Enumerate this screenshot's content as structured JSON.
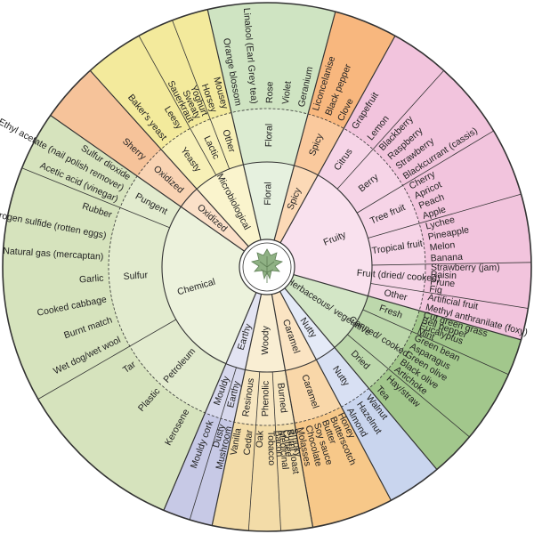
{
  "colors": {
    "center_fill": "#ffffff",
    "leaf": "#8fb184",
    "leaf_dark": "#5f7f56",
    "spoke": "#333333",
    "rim": "#333333"
  },
  "categories": [
    {
      "id": "chemical",
      "label": "Chemical",
      "color": "#d6e3bd",
      "light": "#ecf2dc",
      "families": [
        {
          "label": "Sulfur",
          "terms": [
            "Wet dog/wet wool",
            "Burnt match",
            "Cooked cabbage",
            "Garlic",
            "Natural gas (mercaptan)",
            "Hydrogen sulfide (rotten eggs)",
            "Rubber"
          ]
        },
        {
          "label": "Petroleum",
          "terms": [
            "Kerosene",
            "Plastic",
            "Tar"
          ]
        },
        {
          "label": "Pungent",
          "terms": [
            "Acetic acid (vinegar)",
            "Ethyl acetate (nail polish remover)",
            "Sulfur dioxide"
          ]
        }
      ]
    },
    {
      "id": "oxidized",
      "label": "Oxidized",
      "color": "#f6c39a",
      "light": "#fbe0c8",
      "families": [
        {
          "label": "Oxidized",
          "terms": [
            "Sherry"
          ]
        }
      ]
    },
    {
      "id": "microbiological",
      "label": "Microbiological",
      "color": "#f3ea9c",
      "light": "#faf4cd",
      "families": [
        {
          "label": "Yeasty",
          "terms": [
            "Baker's yeast",
            "Leesy"
          ]
        },
        {
          "label": "Lactic",
          "terms": [
            "Sauerkraut",
            "Sweaty",
            "Yoghurt"
          ]
        },
        {
          "label": "Other",
          "terms": [
            "Horsey",
            "Mousey"
          ]
        }
      ]
    },
    {
      "id": "floral",
      "label": "Floral",
      "color": "#cfe4c2",
      "light": "#e6f1df",
      "families": [
        {
          "label": "Floral",
          "terms": [
            "Orange blossom",
            "Linalool (Earl Grey tea)",
            "Rose",
            "Violet",
            "Geranium"
          ]
        }
      ]
    },
    {
      "id": "spicy",
      "label": "Spicy",
      "color": "#f8b77e",
      "light": "#fcd9b6",
      "families": [
        {
          "label": "Spicy",
          "terms": [
            "Liconcelanise",
            "Black pepper",
            "Clove"
          ]
        }
      ]
    },
    {
      "id": "fruity",
      "label": "Fruity",
      "color": "#f2c4dd",
      "light": "#f9e1ee",
      "families": [
        {
          "label": "Citrus",
          "terms": [
            "Grapefruit",
            "Lemon"
          ]
        },
        {
          "label": "Berry",
          "terms": [
            "Blackberry",
            "Raspberry",
            "Strawberry",
            "Blackcurrant (cassis)"
          ]
        },
        {
          "label": "Tree fruit",
          "terms": [
            "Cherry",
            "Apricot",
            "Peach",
            "Apple"
          ]
        },
        {
          "label": "Tropical fruit",
          "terms": [
            "Lychee",
            "Pineapple",
            "Melon",
            "Banana"
          ]
        },
        {
          "label": "Fruit (dried/ cooked)",
          "terms": [
            "Strawberry (jam)",
            "Raisin",
            "Prune",
            "Fig"
          ]
        },
        {
          "label": "Other",
          "terms": [
            "Artificial fruit",
            "Methyl anthranilate (foxy)"
          ]
        }
      ]
    },
    {
      "id": "herbaceous",
      "label": "Herbaceous/ vegetative",
      "color": "#a2c78c",
      "light": "#d3e6c6",
      "families": [
        {
          "label": "Fresh",
          "terms": [
            "Cut green grass",
            "Bell pepper",
            "Eucalyptus",
            "Mint"
          ]
        },
        {
          "label": "Canned/ cooked",
          "terms": [
            "Green bean",
            "Asparagus",
            "Green olive",
            "Black olive",
            "Artichoke"
          ]
        },
        {
          "label": "Dried",
          "terms": [
            "Hay/straw",
            "Tea"
          ]
        }
      ]
    },
    {
      "id": "nutty",
      "label": "Nutty",
      "color": "#c9d5ee",
      "light": "#e4eaf7",
      "families": [
        {
          "label": "Nutty",
          "terms": [
            "Walnut",
            "Hazelnut",
            "Almond"
          ]
        }
      ]
    },
    {
      "id": "caramel",
      "label": "Caramel",
      "color": "#f7c889",
      "light": "#fbe4c3",
      "families": [
        {
          "label": "Caramel",
          "terms": [
            "Honey",
            "Butterscotch",
            "Butter",
            "Soy sauce",
            "Chocolate",
            "Molasses"
          ]
        }
      ]
    },
    {
      "id": "woody",
      "label": "Woody",
      "color": "#f3dca8",
      "light": "#f9eed3",
      "families": [
        {
          "label": "Resinous",
          "terms": [
            "Cedar",
            "Vanilla"
          ]
        },
        {
          "label": "Phenolic",
          "terms": [
            "Tobacco",
            "Oak"
          ]
        },
        {
          "label": "Burned",
          "terms": [
            "Smoky",
            "Burnt toast",
            "Coffee",
            "Medicinal",
            "Bacon"
          ]
        }
      ]
    },
    {
      "id": "earthy",
      "label": "Earthy",
      "color": "#c7c9e6",
      "light": "#e3e4f3",
      "families": [
        {
          "label": "Earthy",
          "terms": [
            "Mushroom",
            "Dusty"
          ]
        },
        {
          "label": "Mouldy",
          "terms": [
            "Mouldy cork"
          ]
        }
      ]
    }
  ]
}
